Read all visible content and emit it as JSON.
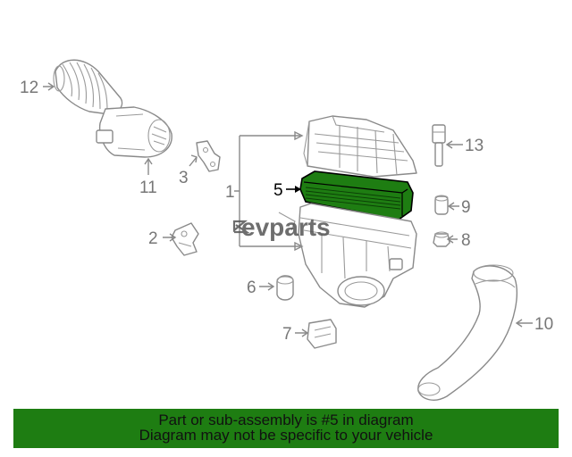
{
  "callouts": {
    "c1": "1",
    "c2": "2",
    "c3": "3",
    "c5": "5",
    "c6": "6",
    "c7": "7",
    "c8": "8",
    "c9": "9",
    "c10": "10",
    "c11": "11",
    "c12": "12",
    "c13": "13"
  },
  "highlighted_part": "5",
  "colors": {
    "highlight": "#1e7d12",
    "banner": "#1e7d12",
    "line_art": "#8a8a8a"
  },
  "watermark": "evparts",
  "banner": {
    "line1": "Part or sub-assembly is #5 in diagram",
    "line2": "Diagram may not be specific to your vehicle"
  }
}
